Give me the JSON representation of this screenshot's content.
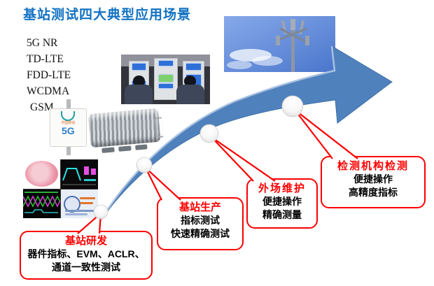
{
  "title": "基站测试四大典型应用场景",
  "standards": [
    "5G NR",
    "TD-LTE",
    "FDD-LTE",
    "WCDMA",
    "GSM"
  ],
  "device": {
    "brand": "中国移动",
    "label": "5G"
  },
  "callouts": [
    {
      "title": "基站研发",
      "lines": [
        "器件指标、EVM、ACLR、",
        "通道一致性测试"
      ]
    },
    {
      "title": "基站生产",
      "lines": [
        "指标测试",
        "快速精确测试"
      ]
    },
    {
      "title": "外场维护",
      "lines": [
        "便捷操作",
        "精确测量"
      ]
    },
    {
      "title": "检测机构检测",
      "lines": [
        "便捷操作",
        "高精度指标"
      ]
    }
  ],
  "colors": {
    "title_blue": "#1172c3",
    "arrow_blue": "#4f81bd",
    "arrow_highlight": "#b3c9e4",
    "callout_red": "#ff0000"
  },
  "icons": {
    "control_room": "control-room-photo",
    "cell_tower": "cell-tower-photo",
    "small_cell": "5g-small-cell-photo",
    "amplifier": "rru-amplifier-photo",
    "spectrum": "spectrum-screens-collage",
    "arrow": "growth-arrow",
    "milestones": "milestone-sphere"
  }
}
